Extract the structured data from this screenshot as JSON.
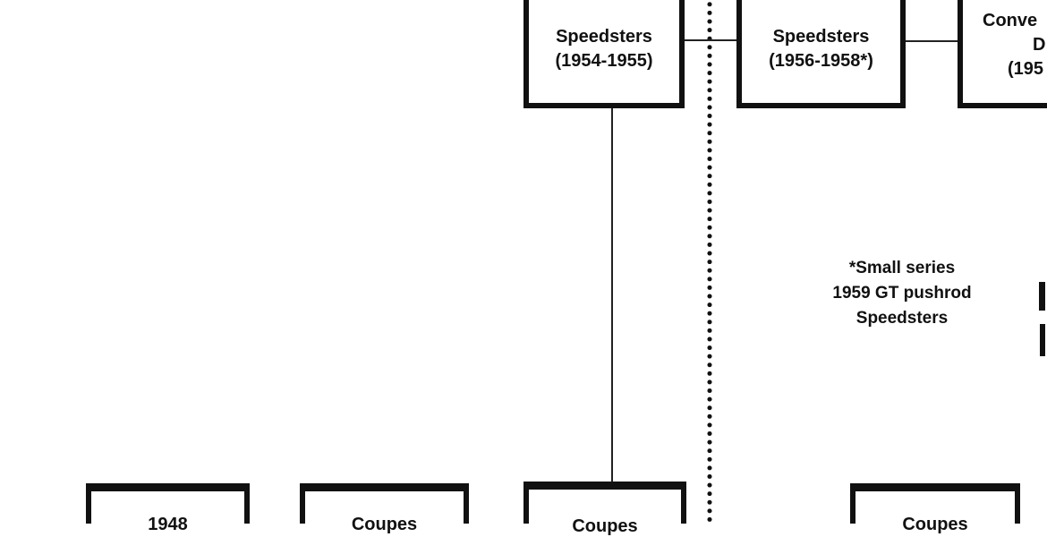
{
  "top_boxes": [
    {
      "title": "Speedsters",
      "years": "(1954-1955)"
    },
    {
      "title": "Speedsters",
      "years": "(1956-1958*)"
    },
    {
      "title": "Conve",
      "line2": "D",
      "years": "(195"
    }
  ],
  "bottom_boxes": [
    {
      "label": "1948"
    },
    {
      "label": "Coupes"
    },
    {
      "label": "Coupes"
    },
    {
      "label": "Coupes"
    }
  ],
  "footnote": {
    "line1": "*Small series",
    "line2": "1959 GT pushrod",
    "line3": "Speedsters"
  }
}
